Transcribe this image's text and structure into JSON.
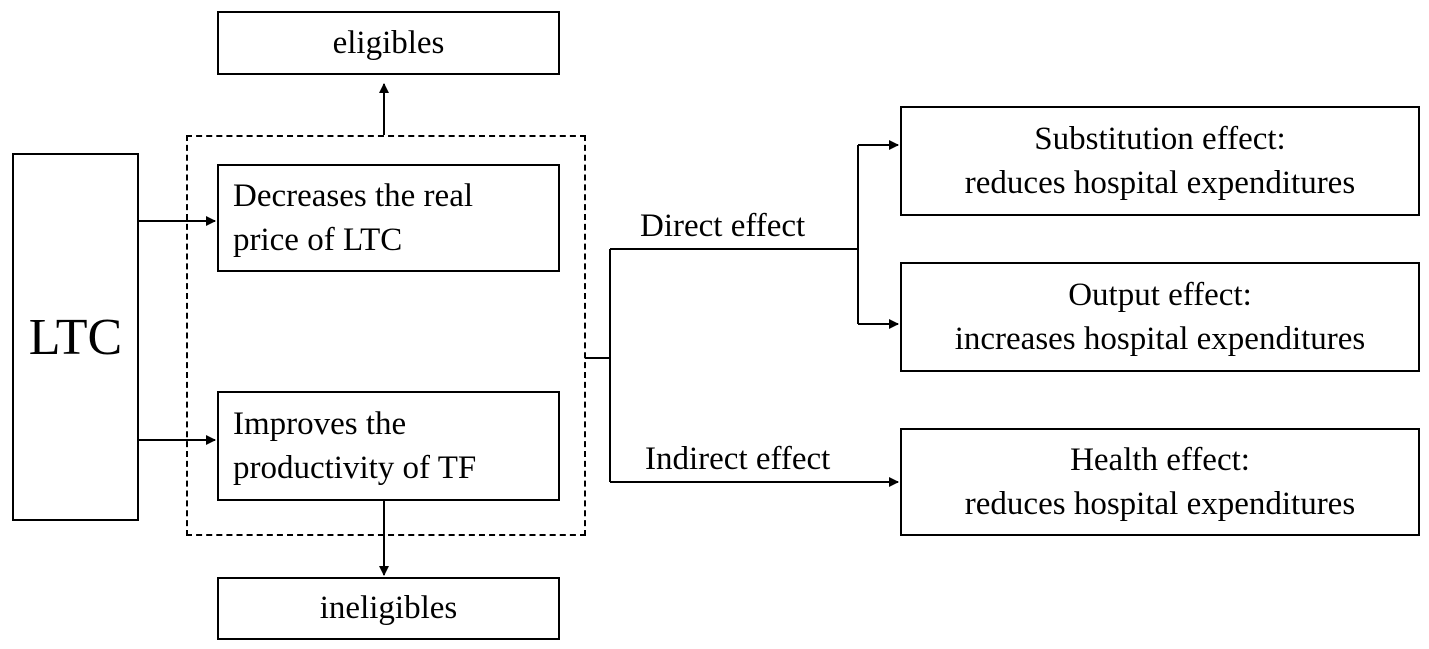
{
  "nodes": {
    "ltc": "LTC",
    "eligibles": "eligibles",
    "ineligibles": "ineligibles",
    "decreases_price": [
      "Decreases the real",
      "price of LTC"
    ],
    "improves_productivity": [
      "Improves the",
      "productivity of TF"
    ],
    "substitution": [
      "Substitution effect:",
      "reduces hospital expenditures"
    ],
    "output": [
      "Output effect:",
      "increases hospital expenditures"
    ],
    "health": [
      "Health effect:",
      "reduces hospital expenditures"
    ]
  },
  "edges": {
    "direct": "Direct effect",
    "indirect": "Indirect effect"
  }
}
